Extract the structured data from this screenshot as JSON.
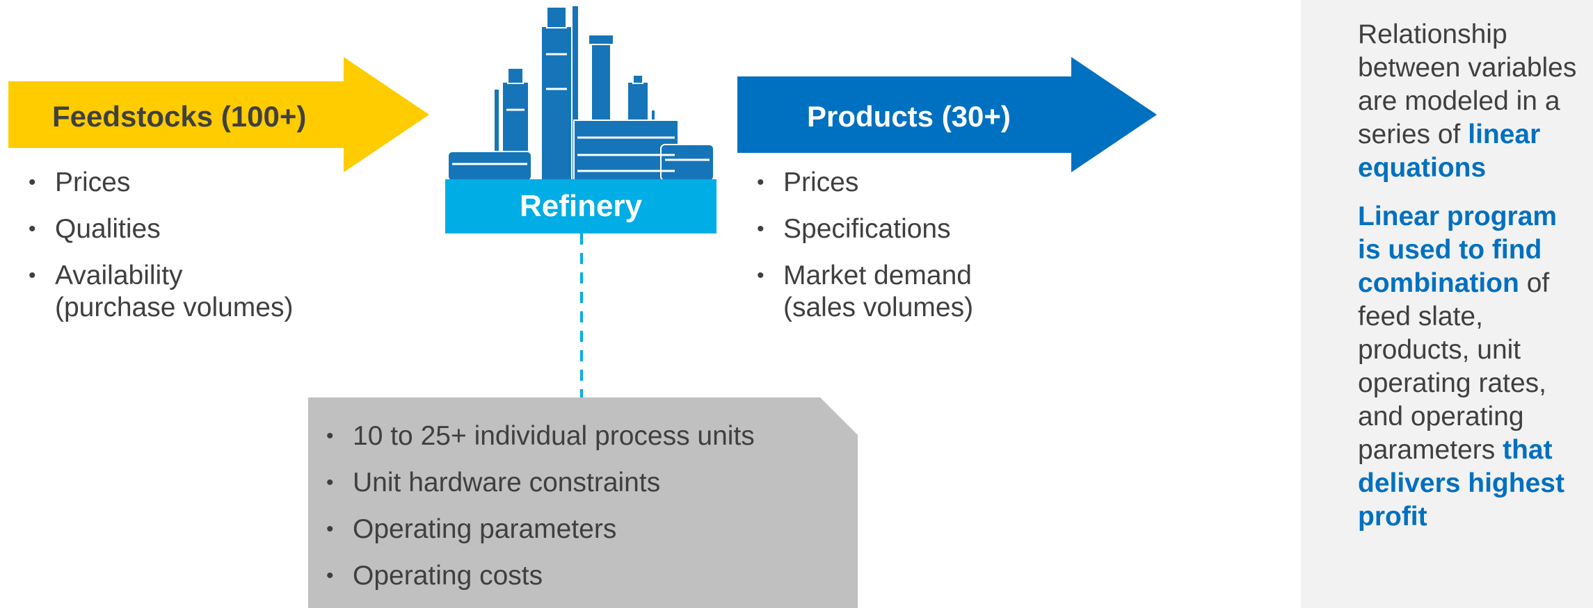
{
  "colors": {
    "feed_arrow": "#ffcc00",
    "product_arrow": "#0070c0",
    "refinery": "#1575b8",
    "refinery_label_bg": "#00ade5",
    "unit_box": "#c0c0c0",
    "side_panel": "#f2f2f2",
    "emphasis_text": "#0070c0"
  },
  "feedstocks": {
    "title": "Feedstocks (100+)",
    "bullets": [
      {
        "text": "Prices"
      },
      {
        "text": "Qualities"
      },
      {
        "text": "Availability",
        "sub": "(purchase volumes)"
      }
    ]
  },
  "refinery": {
    "icon": "refinery-icon",
    "label": "Refinery"
  },
  "products": {
    "title": "Products (30+)",
    "bullets": [
      {
        "text": "Prices"
      },
      {
        "text": "Specifications"
      },
      {
        "text": "Market demand",
        "sub": "(sales volumes)"
      }
    ]
  },
  "process_units": {
    "bullets": [
      "10 to 25+ individual process units",
      "Unit hardware constraints",
      "Operating parameters",
      "Operating costs"
    ]
  },
  "side_note": {
    "p1_plain": "Relationship between variables are modeled in a series of",
    "p1_em": "linear equations",
    "p2_em1": "Linear program is used to find combination",
    "p2_plain1": "of feed slate, products, unit operating rates, and operating parameters",
    "p2_em2": "that delivers highest profit"
  }
}
